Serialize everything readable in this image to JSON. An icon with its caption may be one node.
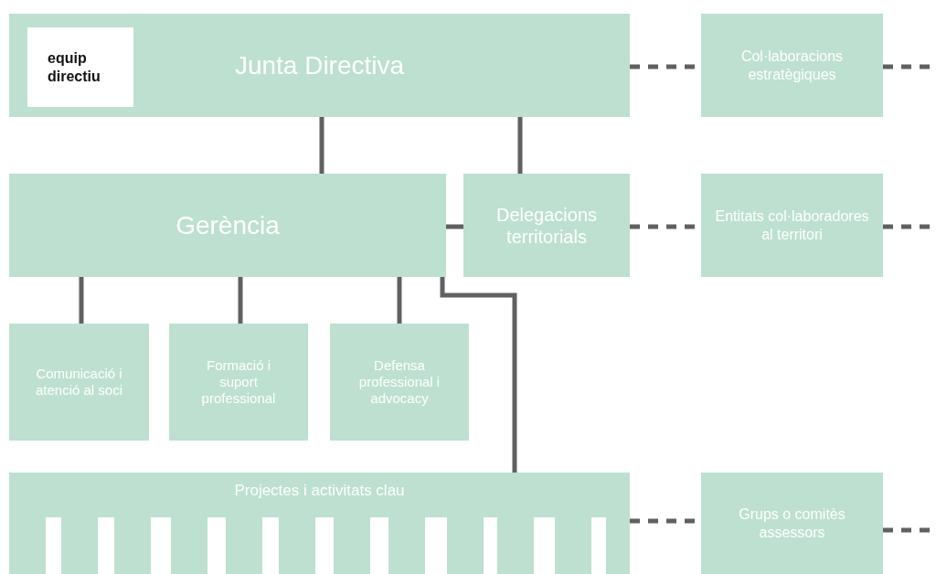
{
  "diagram": {
    "nodes": [
      {
        "text": [
          "Junta Directiva"
        ]
      },
      {
        "text": [
          "equip directiu"
        ],
        "in": 0
      },
      {
        "text": [
          "Col·laboracions estratègiques"
        ]
      },
      {
        "text": [
          "Gerència"
        ]
      },
      {
        "text": [
          "Delegacions territorials"
        ]
      },
      {
        "text": [
          "Entitats col·laboradores al territori"
        ]
      },
      {
        "text": [
          "Comunicació i atenció al soci"
        ]
      },
      {
        "text": [
          "Formació i suport professional"
        ]
      },
      {
        "text": [
          "Defensa professional i advocacy"
        ]
      },
      {
        "text": [
          "Projectes i activitats clau"
        ]
      },
      {
        "text": [
          "Grups o comitès assessors"
        ]
      }
    ],
    "edges": [
      {
        "from": 0,
        "to": 3,
        "arrow": "none"
      },
      {
        "from": 0,
        "to": 4,
        "arrow": "none"
      },
      {
        "from": 3,
        "to": 4,
        "arrow": "none"
      },
      {
        "from": 3,
        "to": 6,
        "arrow": "none"
      },
      {
        "from": 3,
        "to": 7,
        "arrow": "none"
      },
      {
        "from": 3,
        "to": 8,
        "arrow": "none"
      },
      {
        "from": 3,
        "to": 9,
        "arrow": "none"
      },
      {
        "from": 0,
        "to": 2,
        "arrow": "none",
        "style": "dashed"
      },
      {
        "from": 4,
        "to": 5,
        "arrow": "none",
        "style": "dashed"
      },
      {
        "from": 9,
        "to": 10,
        "arrow": "none",
        "style": "dashed"
      },
      {
        "from": 2,
        "to": null,
        "arrow": "none",
        "style": "dashed"
      },
      {
        "from": 5,
        "to": null,
        "arrow": "none",
        "style": "dashed"
      },
      {
        "from": 10,
        "to": null,
        "arrow": "none",
        "style": "dashed"
      }
    ]
  }
}
